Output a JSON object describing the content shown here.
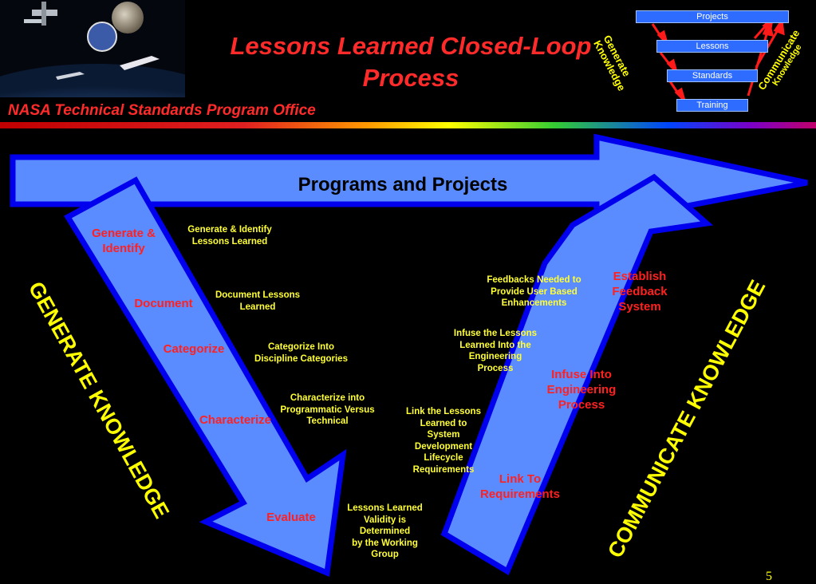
{
  "header": {
    "title_line1": "Lessons Learned Closed-Loop",
    "title_line2": "Process",
    "office": "NASA Technical Standards Program Office"
  },
  "mini_diagram": {
    "levels": [
      "Projects",
      "Lessons",
      "Standards",
      "Training"
    ],
    "left_label_line1": "Generate",
    "left_label_line2": "Knowledge",
    "right_label_line1": "Communicate",
    "right_label_line2": "Knowledge"
  },
  "main": {
    "top_arrow_label": "Programs and Projects",
    "left_side_label": "GENERATE KNOWLEDGE",
    "right_side_label": "COMMUNICATE KNOWLEDGE",
    "left_stages": [
      {
        "l1": "Generate &",
        "l2": "Identify"
      },
      {
        "l1": "Document",
        "l2": ""
      },
      {
        "l1": "Categorize",
        "l2": ""
      },
      {
        "l1": "Characterize",
        "l2": ""
      },
      {
        "l1": "Evaluate",
        "l2": ""
      }
    ],
    "left_notes": [
      {
        "l1": "Generate & Identify",
        "l2": "Lessons Learned"
      },
      {
        "l1": "Document Lessons",
        "l2": "Learned"
      },
      {
        "l1": "Categorize Into",
        "l2": "Discipline Categories"
      },
      {
        "l1": "Characterize into",
        "l2": "Programmatic Versus",
        "l3": "Technical"
      },
      {
        "l1": "Lessons Learned",
        "l2": "Validity is",
        "l3": "Determined",
        "l4": "by the Working",
        "l5": "Group"
      }
    ],
    "right_stages": [
      {
        "l1": "Establish",
        "l2": "Feedback",
        "l3": "System"
      },
      {
        "l1": "Infuse Into",
        "l2": "Engineering",
        "l3": "Process"
      },
      {
        "l1": "Link To",
        "l2": "Requirements"
      }
    ],
    "right_notes": [
      {
        "l1": "Feedbacks Needed to",
        "l2": "Provide User Based",
        "l3": "Enhancements"
      },
      {
        "l1": "Infuse the Lessons",
        "l2": "Learned Into the",
        "l3": "Engineering",
        "l4": "Process"
      },
      {
        "l1": "Link the Lessons",
        "l2": "Learned to",
        "l3": "System",
        "l4": "Development",
        "l5": "Lifecycle",
        "l6": "Requirements"
      }
    ]
  },
  "footer": {
    "page_number": "5"
  },
  "colors": {
    "arrow_fill": "#5b8cff",
    "arrow_border": "#0000ee",
    "stage_text": "#ff2020",
    "note_text": "#ffff33"
  }
}
